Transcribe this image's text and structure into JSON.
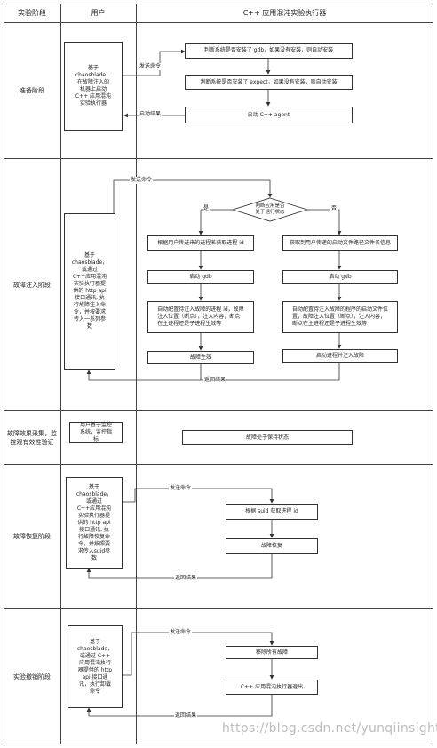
{
  "header": {
    "stage": "实验阶段",
    "user": "用户",
    "executor": "C++ 应用混沌实验执行器"
  },
  "stages": {
    "prepare": "准备阶段",
    "inject": "故障注入阶段",
    "observe": "故障效果采集，监控观有效性验证",
    "recover": "故障恢复阶段",
    "destroy": "实验撤销阶段"
  },
  "prepare": {
    "user_box": "基于\nchaosblade，\n在故障注入的\n机器上启动\nC++ 应用混沌\n实验执行器",
    "send_cmd": "发送命令",
    "step1": "判断系统是否安装了 gdb，如果没有安装，则自动安装",
    "step2": "判断系统是否安装了 expect，如果没有安装，则自动安装",
    "step3": "启动 C++ agent",
    "return": "启动结果"
  },
  "inject": {
    "user_box": "基于\nchaosblade，\n或通过\nC++应用混沌\n实验执行器提\n供的 http api\n接口通讯, 执\n行故障注入命\n令，并按要求\n传入一系列参\n数",
    "send_cmd": "发送命令",
    "decision": "判断应用是否\n处于运行状态",
    "yes": "是",
    "no": "否",
    "left1": "根据用户传进来的进程名获取进程 id",
    "left2": "启动 gdb",
    "left3": "自动配置待注入故障的进程 id，故障\n注入位置（断点），注入内容，断点\n在主进程还是子进程生效等",
    "left4": "故障生效",
    "right1": "获取到用户传递的启动文件路径文件名信息",
    "right2": "启动 gdb",
    "right3": "自动配置待注入故障的程序的启动文件位\n置，故障注入位置（断点），注入内容，\n断点在主进程还是子进程生效等",
    "right4": "启动进程并注入故障",
    "return": "返回结果"
  },
  "observe": {
    "user_box": "用户基于监控\n系统，监控指\n标",
    "status": "故障处于保持状态"
  },
  "recover": {
    "user_box": "基于\nchaosblade，\n或通过\nC++应用混沌\n实验执行器提\n供的 http api\n接口通讯, 执\n行故障恢复命\n令，并按照要\n求传入suid参\n数",
    "send_cmd": "发送命令",
    "step1": "根据 suid 获取进程 id",
    "step2": "故障恢复",
    "return": "返回结果"
  },
  "destroy": {
    "user_box": "基于\nchaosblade，\n或通过 C++\n应用混沌执行\n器提供的 http\napi 接口通\n讯，执行卸载\n命令",
    "send_cmd": "发送命令",
    "step1": "移除所有故障",
    "step2": "C++ 应用混沌执行器退出",
    "return": "返回结果"
  },
  "watermark": "https://blog.csdn.net/yunqiinsight"
}
